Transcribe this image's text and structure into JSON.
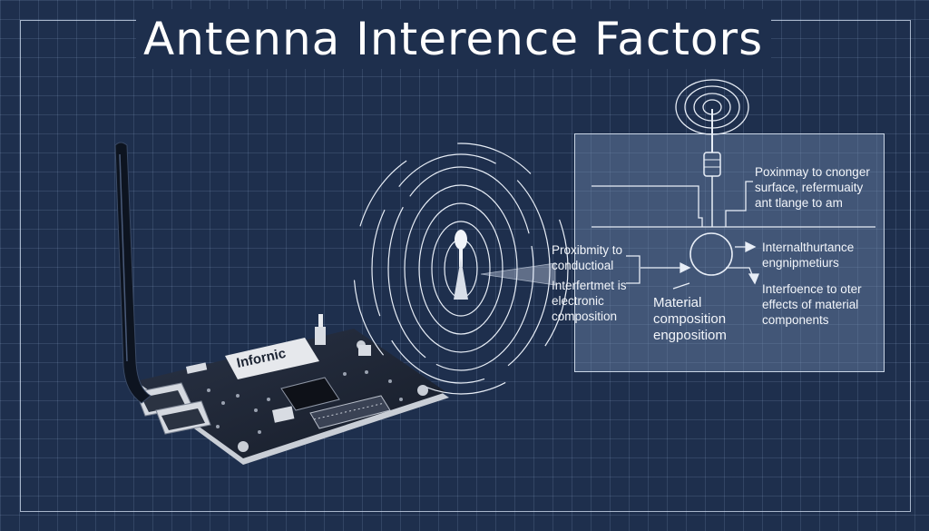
{
  "title": "Antenna Interence Factors",
  "board": {
    "chip_label": "Infornic"
  },
  "labels": {
    "proximity_left": "Proxibmity to\nconductioal",
    "interference_left": "Interfertmet is\nelectronic\ncomposition",
    "material_center": "Material\ncomposition\nengpositiom",
    "proximity_top": "Poxinmay to cnonger\nsurface, refermuaity\nant tlange to am",
    "internal_right": "Internalthurtance\nengnipmetiurs",
    "interference_right": "Interfoence to oter\neffects of material\ncomponents"
  },
  "colors": {
    "background": "#1e2f4d",
    "line": "#e8eef7",
    "panel": "#6e87aa"
  }
}
